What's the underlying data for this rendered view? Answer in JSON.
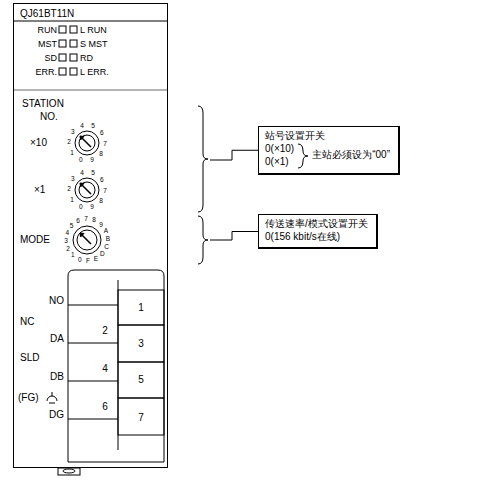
{
  "diagram": {
    "nodes": [
      {
        "text": [
          "QJ61BT11N"
        ]
      },
      {
        "text": [
          "站号设置开关",
          "0(×10)",
          "0(×1)",
          "主站必须设为“00”"
        ]
      },
      {
        "text": [
          "传送速率/模式设置开关",
          "0(156 kbit/s在线)"
        ]
      }
    ],
    "labels": [
      "RUN",
      "L RUN",
      "MST",
      "S MST",
      "SD",
      "RD",
      "ERR.",
      "L ERR.",
      "STATION",
      "NO.",
      "×10",
      "×1",
      "MODE",
      "0",
      "1",
      "2",
      "3",
      "4",
      "5",
      "6",
      "7",
      "8",
      "9",
      "0",
      "1",
      "2",
      "3",
      "4",
      "5",
      "6",
      "7",
      "8",
      "9",
      "0",
      "1",
      "2",
      "3",
      "4",
      "5",
      "6",
      "7",
      "8",
      "9",
      "A",
      "B",
      "C",
      "D",
      "E",
      "F",
      "NO",
      "NC",
      "DA",
      "SLD",
      "DB",
      "(FG)",
      "DG",
      "1",
      "2",
      "3",
      "4",
      "5",
      "6",
      "7"
    ]
  }
}
